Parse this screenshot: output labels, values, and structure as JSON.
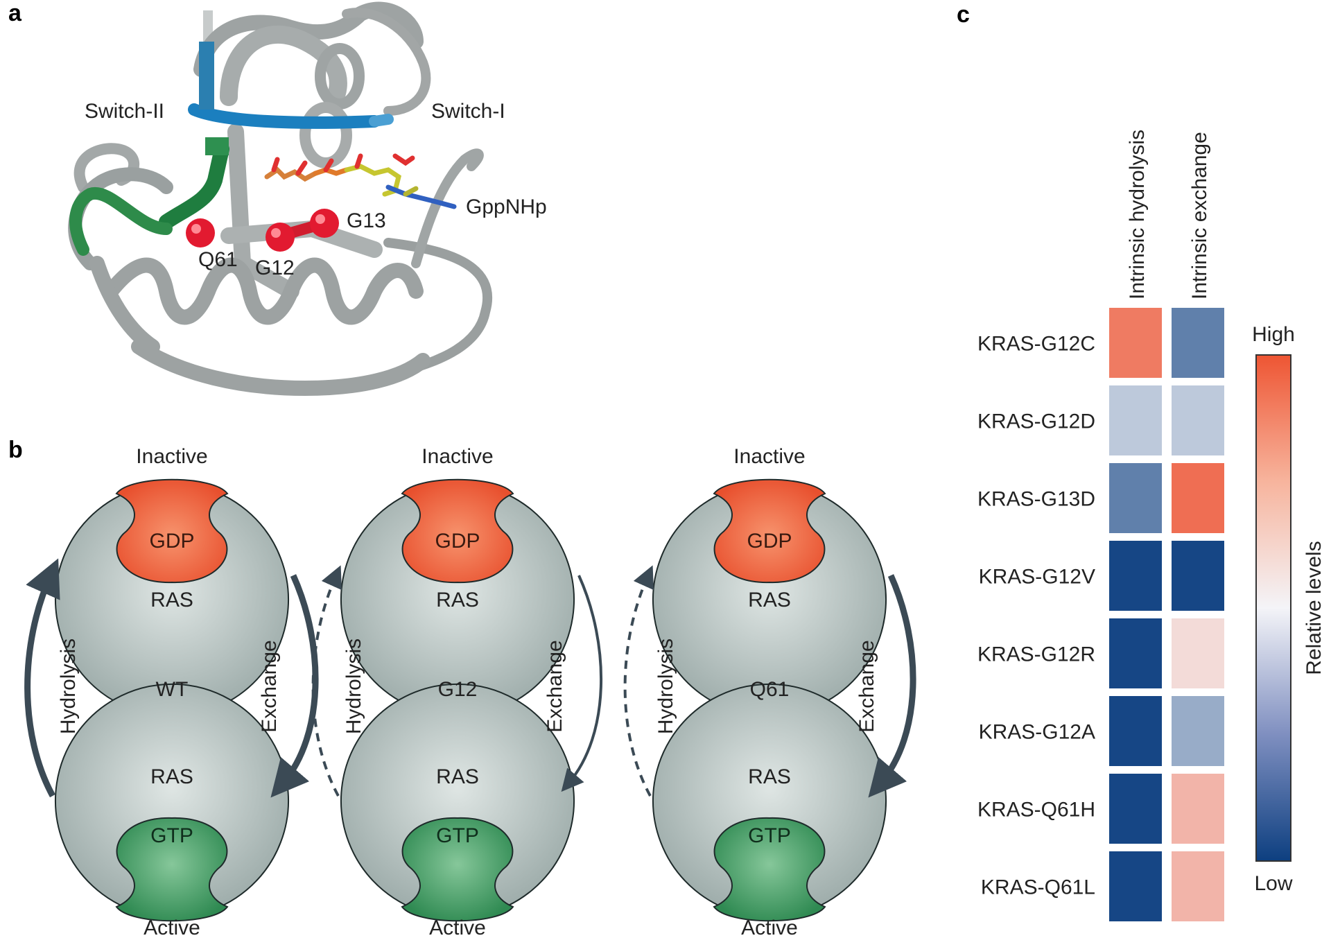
{
  "panels": {
    "a": {
      "letter": "a",
      "labels": {
        "switch2": "Switch-II",
        "switch1": "Switch-I",
        "gppnhp": "GppNHp",
        "g13": "G13",
        "g12": "G12",
        "q61": "Q61"
      }
    },
    "b": {
      "letter": "b",
      "cycles": [
        {
          "name": "WT",
          "top_state": "Inactive",
          "bottom_state": "Active",
          "top_nucleotide": "GDP",
          "bottom_nucleotide": "GTP",
          "protein": "RAS",
          "left_arrow": "Hydrolysis",
          "right_arrow": "Exchange",
          "hydrolysis_style": "thick",
          "exchange_style": "thick"
        },
        {
          "name": "G12",
          "top_state": "Inactive",
          "bottom_state": "Active",
          "top_nucleotide": "GDP",
          "bottom_nucleotide": "GTP",
          "protein": "RAS",
          "left_arrow": "Hydrolysis",
          "right_arrow": "Exchange",
          "hydrolysis_style": "dashed",
          "exchange_style": "thin"
        },
        {
          "name": "Q61",
          "top_state": "Inactive",
          "bottom_state": "Active",
          "top_nucleotide": "GDP",
          "bottom_nucleotide": "GTP",
          "protein": "RAS",
          "left_arrow": "Hydrolysis",
          "right_arrow": "Exchange",
          "hydrolysis_style": "dashed",
          "exchange_style": "thick"
        }
      ],
      "colors": {
        "gdp": "#ee5a37",
        "gtp": "#3f9a60",
        "ras": "#a9b6b4",
        "arrow": "#3b4a55"
      }
    },
    "c": {
      "letter": "c",
      "colorbar": {
        "label": "Relative levels",
        "high": "High",
        "low": "Low",
        "high_color": "#ee5533",
        "mid_color": "#f4f4f8",
        "low_color": "#0d3f80"
      }
    }
  },
  "chart_data": {
    "type": "heatmap",
    "columns": [
      "Intrinsic hydrolysis",
      "Intrinsic exchange"
    ],
    "rows": [
      "KRAS-G12C",
      "KRAS-G12D",
      "KRAS-G13D",
      "KRAS-G12V",
      "KRAS-G12R",
      "KRAS-G12A",
      "KRAS-Q61H",
      "KRAS-Q61L"
    ],
    "values": [
      [
        0.88,
        0.18
      ],
      [
        0.38,
        0.38
      ],
      [
        0.18,
        0.92
      ],
      [
        0.02,
        0.02
      ],
      [
        0.02,
        0.58
      ],
      [
        0.02,
        0.3
      ],
      [
        0.02,
        0.7
      ],
      [
        0.02,
        0.7
      ]
    ],
    "scale": {
      "min_label": "Low",
      "max_label": "High",
      "title": "Relative levels"
    }
  }
}
